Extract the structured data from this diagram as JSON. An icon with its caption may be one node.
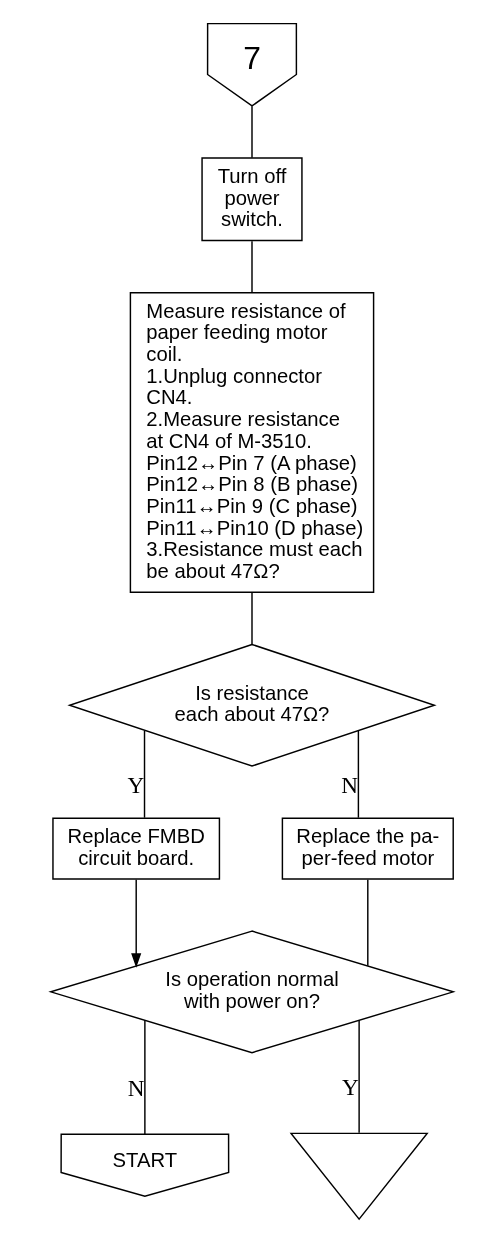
{
  "diagram": {
    "nodes": [
      {
        "text": [
          "7"
        ]
      },
      {
        "text": [
          "Turn off power switch."
        ]
      },
      {
        "text": [
          "Measure resistance of paper feeding motor coil.",
          "1.Unplug connector CN4.",
          "2.Measure resistance at CN4 of M-3510.",
          "Pin12↔Pin 7 (A phase)",
          "Pin12↔Pin 8 (B phase)",
          "Pin11↔Pin 9 (C phase)",
          "Pin11↔Pin10 (D phase)",
          "3.Resistance must each be about 47Ω?"
        ]
      },
      {
        "text": [
          "Is resistance each about 47Ω?"
        ]
      },
      {
        "text": [
          "Replace FMBD circuit board."
        ]
      },
      {
        "text": [
          "Replace the pa- per-feed motor"
        ]
      },
      {
        "text": [
          "Is operation normal with power on?"
        ]
      },
      {
        "text": [
          "START"
        ]
      },
      {
        "text": [],
        "shape": "triangle"
      }
    ],
    "edges": [
      {
        "from": 0,
        "to": 1,
        "arrow": "none"
      },
      {
        "from": 1,
        "to": 2,
        "arrow": "none"
      },
      {
        "from": 2,
        "to": 3,
        "arrow": "none"
      },
      {
        "from": 3,
        "to": 4,
        "arrow": "none",
        "label": "Y"
      },
      {
        "from": 3,
        "to": 5,
        "arrow": "none",
        "label": "N"
      },
      {
        "from": 4,
        "to": 6,
        "arrow": "to"
      },
      {
        "from": 5,
        "to": 6,
        "arrow": "none"
      },
      {
        "from": 6,
        "to": 7,
        "arrow": "none",
        "label": "N"
      },
      {
        "from": 6,
        "to": 8,
        "arrow": "none",
        "label": "Y"
      }
    ]
  }
}
